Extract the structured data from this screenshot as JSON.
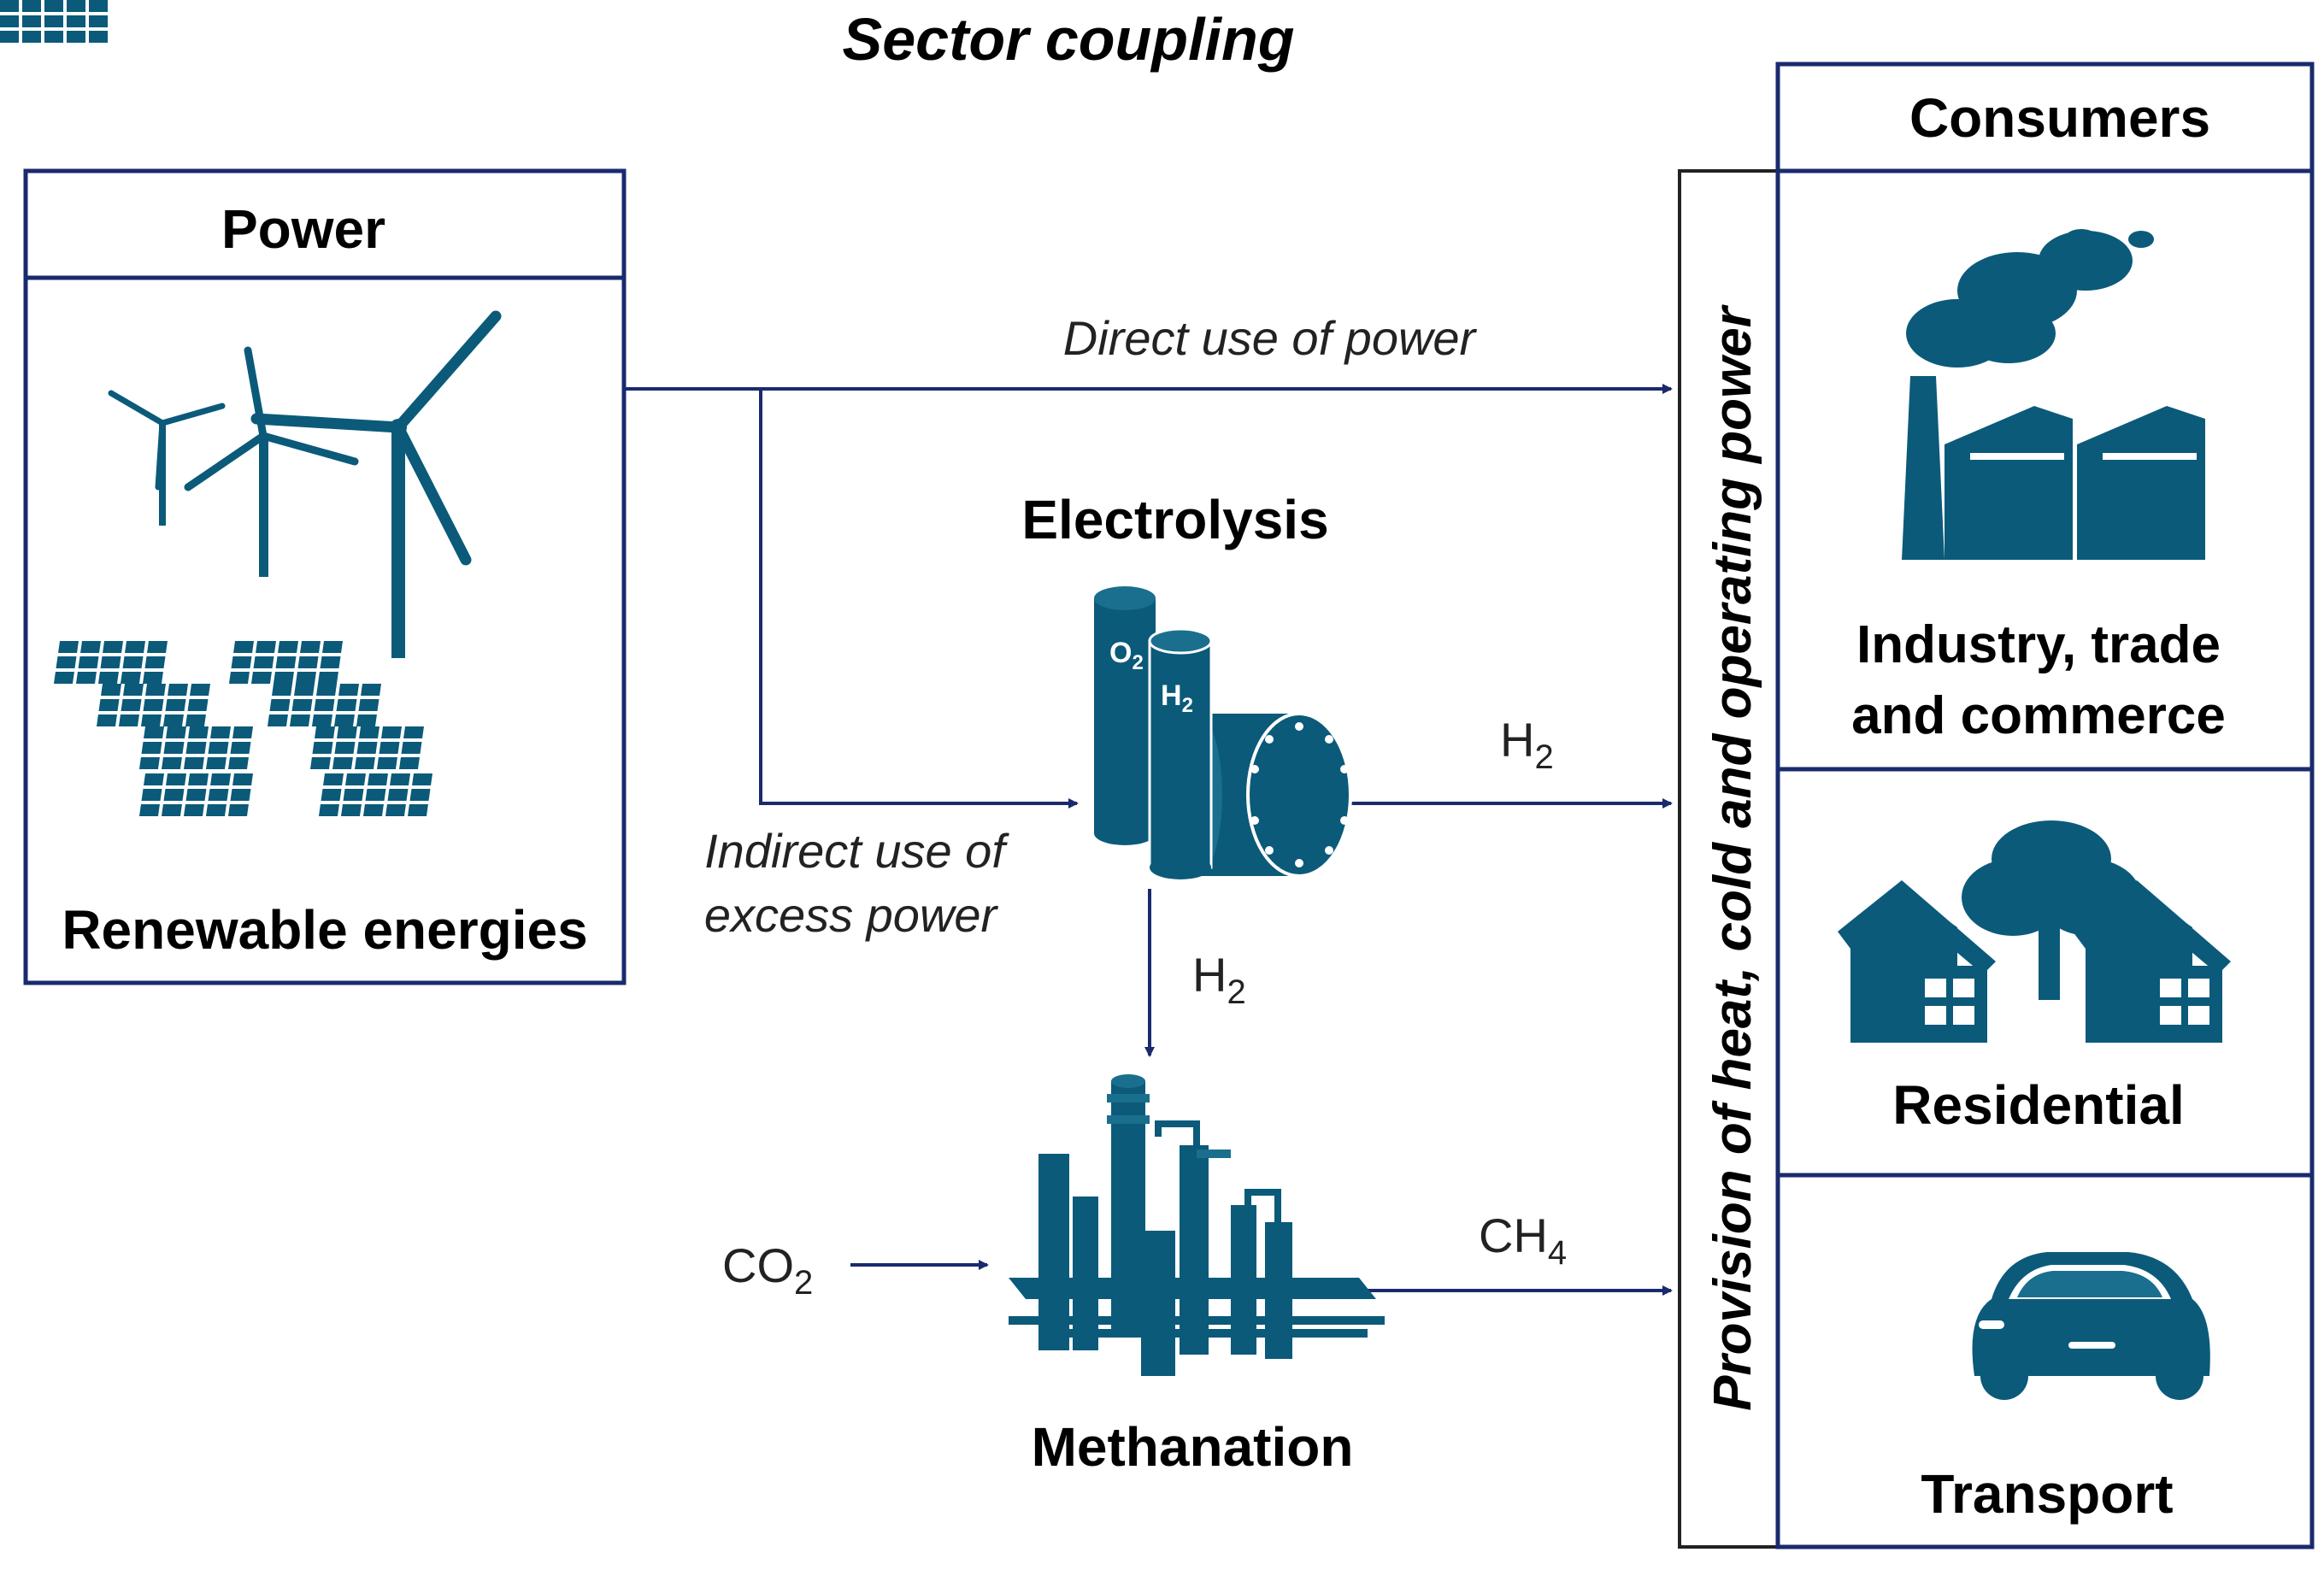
{
  "diagram": {
    "title": "Sector coupling",
    "power_box": {
      "header": "Power",
      "caption": "Renewable energies"
    },
    "flows": {
      "direct": "Direct use of power",
      "indirect_line1": "Indirect use of",
      "indirect_line2": "excess power"
    },
    "electrolysis": {
      "label": "Electrolysis",
      "tank_o2": "O",
      "tank_o2_sub": "2",
      "tank_h2": "H",
      "tank_h2_sub": "2"
    },
    "methanation": {
      "label": "Methanation"
    },
    "chem": {
      "h2_right": {
        "base": "H",
        "sub": "2"
      },
      "h2_down": {
        "base": "H",
        "sub": "2"
      },
      "co2": {
        "base": "CO",
        "sub": "2"
      },
      "ch4": {
        "base": "CH",
        "sub": "4"
      }
    },
    "provision": "Provision of heat, cold and operating power",
    "consumers": {
      "header": "Consumers",
      "industry_line1": "Industry, trade",
      "industry_line2": "and commerce",
      "residential": "Residential",
      "transport": "Transport"
    },
    "colors": {
      "line": "#1a2a6e",
      "icon": "#0b5a7a",
      "text": "#000000"
    }
  }
}
